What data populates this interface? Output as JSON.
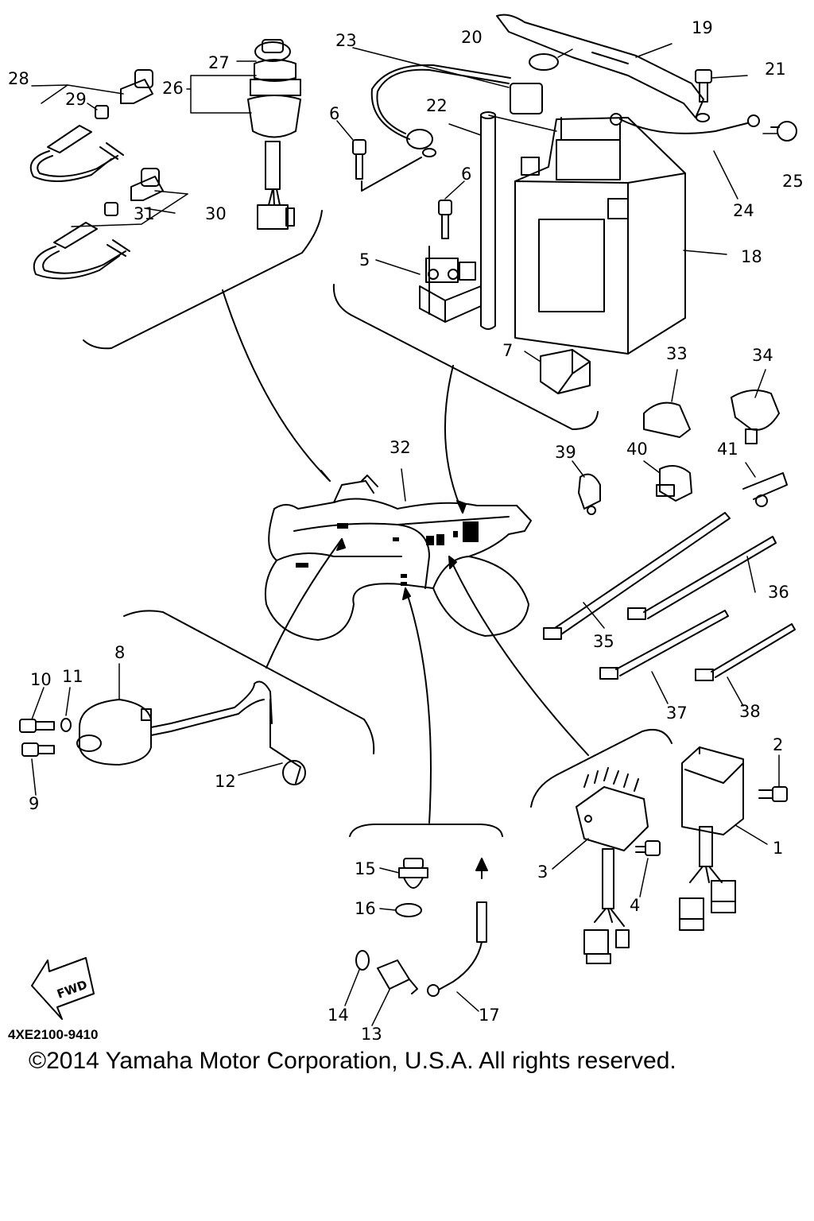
{
  "diagram": {
    "drawing_code": "4XE2100-9410",
    "fwd_label": "FWD",
    "copyright": "©2014 Yamaha Motor Corporation, U.S.A. All rights reserved.",
    "callouts": {
      "c1": "1",
      "c2": "2",
      "c3": "3",
      "c4": "4",
      "c5": "5",
      "c6a": "6",
      "c6b": "6",
      "c7": "7",
      "c8": "8",
      "c9": "9",
      "c10": "10",
      "c11": "11",
      "c12": "12",
      "c13": "13",
      "c14": "14",
      "c15": "15",
      "c16": "16",
      "c17": "17",
      "c18": "18",
      "c19": "19",
      "c20": "20",
      "c21": "21",
      "c22": "22",
      "c23": "23",
      "c24": "24",
      "c25": "25",
      "c26": "26",
      "c27": "27",
      "c28": "28",
      "c29": "29",
      "c30": "30",
      "c31": "31",
      "c32": "32",
      "c33": "33",
      "c34": "34",
      "c35": "35",
      "c36": "36",
      "c37": "37",
      "c38": "38",
      "c39": "39",
      "c40": "40",
      "c41": "41"
    }
  }
}
